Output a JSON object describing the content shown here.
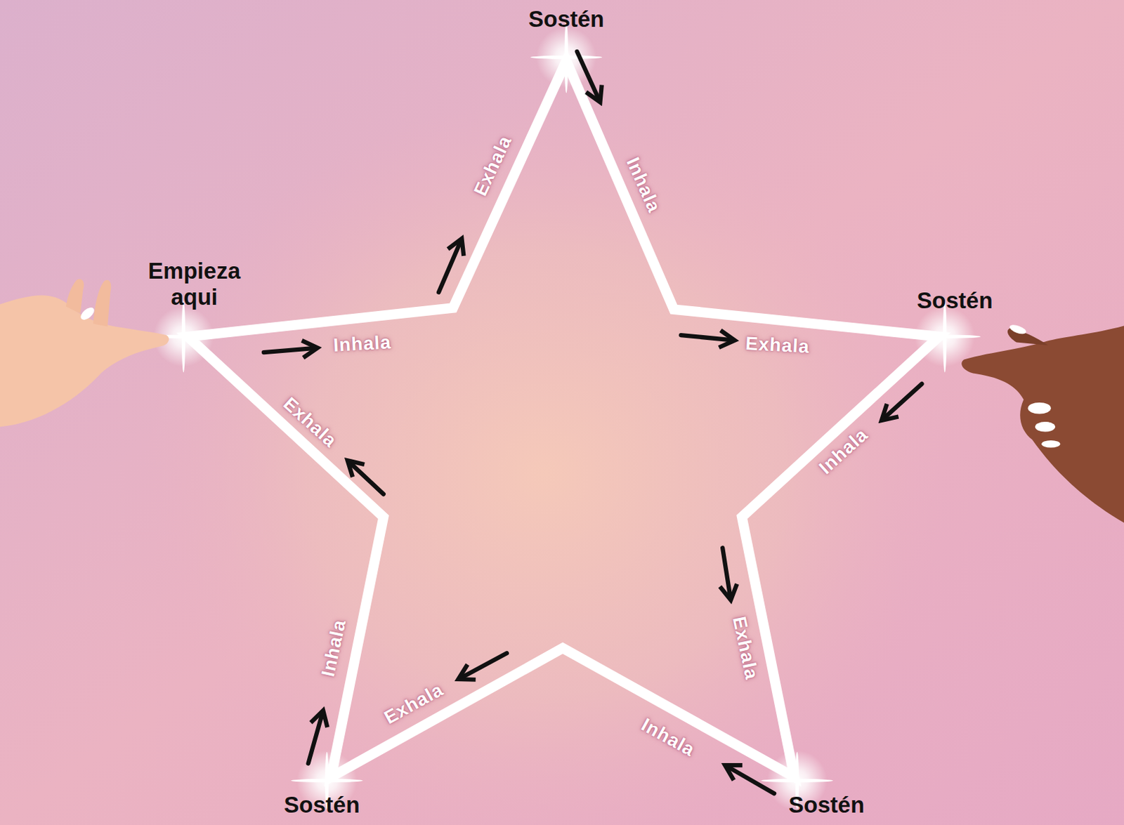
{
  "diagram": {
    "labels": [
      "Sostén",
      "Exhala",
      "Inhala",
      "Empieza aqui",
      "Sostén",
      "Inhala",
      "Exhala",
      "Exhala",
      "Inhala",
      "Inhala",
      "Exhala",
      "Exhala",
      "Inhala",
      "Sostén",
      "Sostén"
    ]
  }
}
